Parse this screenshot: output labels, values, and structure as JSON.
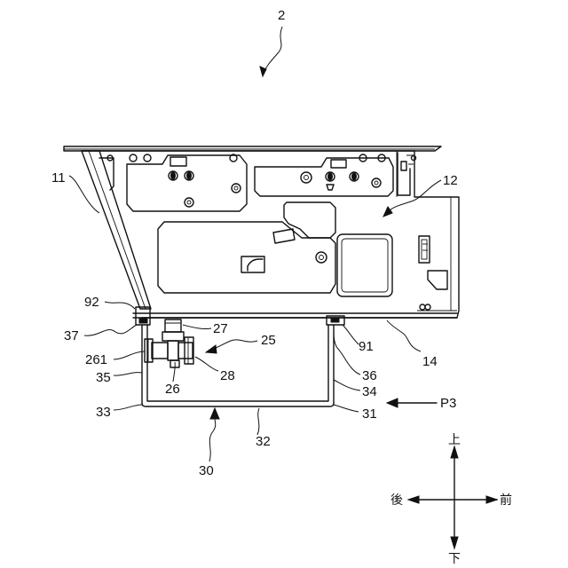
{
  "figure_number": "2",
  "labels": {
    "l11": "11",
    "l12": "12",
    "l14": "14",
    "l25": "25",
    "l26": "26",
    "l27": "27",
    "l28": "28",
    "l30": "30",
    "l31": "31",
    "l32": "32",
    "l33": "33",
    "l34": "34",
    "l35": "35",
    "l36": "36",
    "l37": "37",
    "l91": "91",
    "l92": "92",
    "l261": "261",
    "p3": "P3"
  },
  "directions": {
    "up": "上",
    "down": "下",
    "front": "前",
    "back": "後"
  }
}
